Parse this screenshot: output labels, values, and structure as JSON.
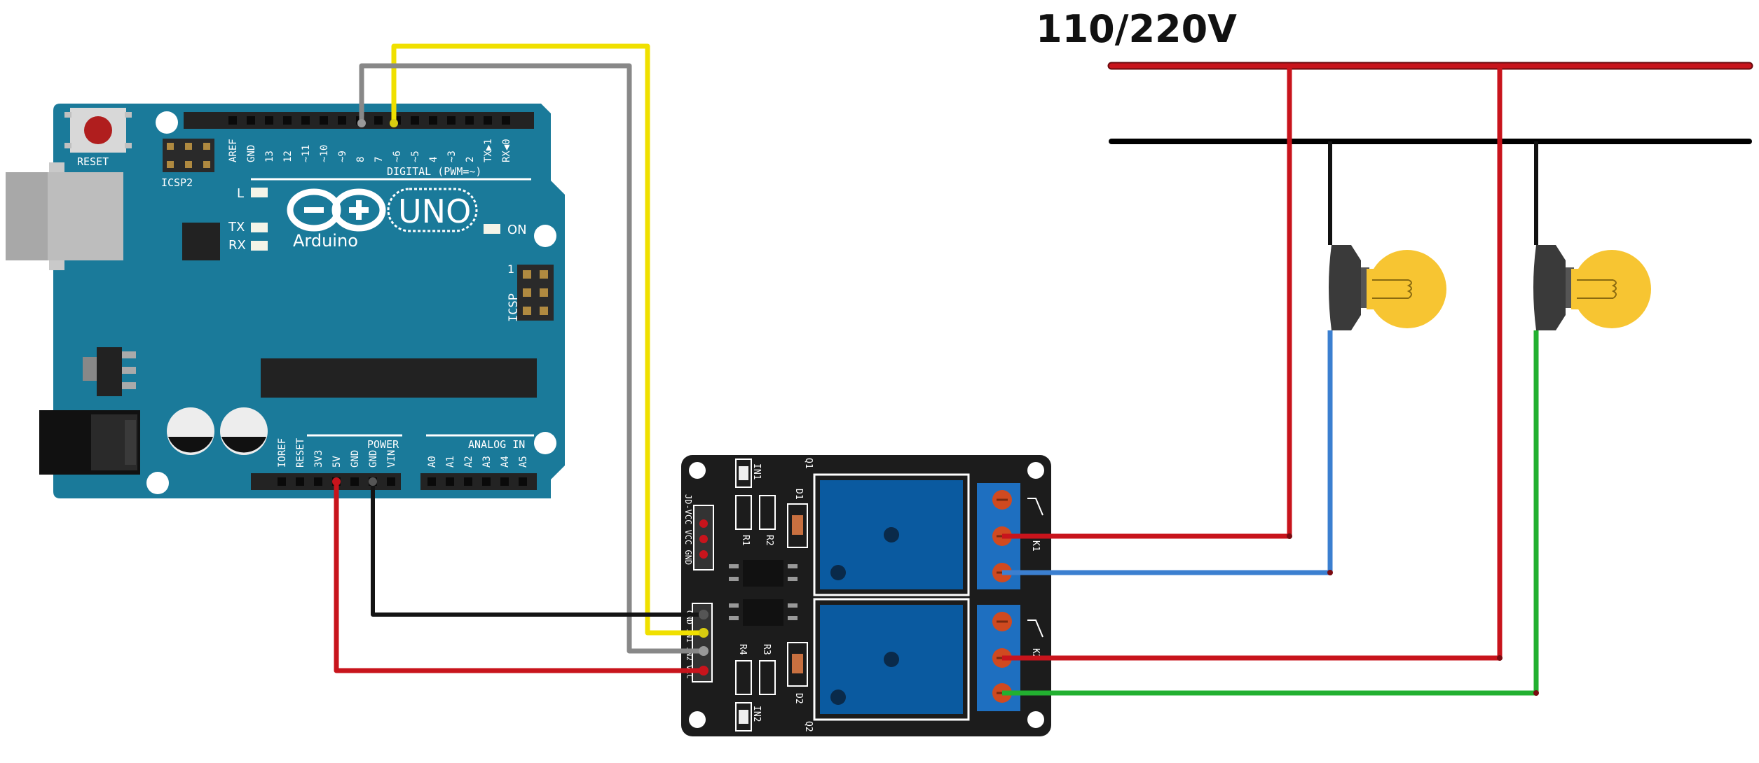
{
  "diagram": {
    "title": "110/220V",
    "arduino": {
      "reset_label": "RESET",
      "icsp2_label": "ICSP2",
      "icsp_label": "ICSP",
      "icsp_pin1": "1",
      "led_l": "L",
      "led_tx": "TX",
      "led_rx": "RX",
      "led_on": "ON",
      "logo_uno": "UNO",
      "logo_name": "Arduino",
      "digital_label": "DIGITAL (PWM=~)",
      "power_label": "POWER",
      "analog_label": "ANALOG IN",
      "top_pins": [
        "AREF",
        "GND",
        "13",
        "12",
        "~11",
        "~10",
        "~9",
        "8",
        "7",
        "~6",
        "~5",
        "4",
        "~3",
        "2",
        "TX▶1",
        "RX◀0"
      ],
      "power_pins": [
        "IOREF",
        "RESET",
        "3V3",
        "5V",
        "GND",
        "GND",
        "VIN"
      ],
      "analog_pins": [
        "A0",
        "A1",
        "A2",
        "A3",
        "A4",
        "A5"
      ]
    },
    "relay": {
      "in1": "IN1",
      "in2": "IN2",
      "q1": "Q1",
      "q2": "Q2",
      "d1": "D1",
      "d2": "D2",
      "r1": "R1",
      "r2": "R2",
      "r3": "R3",
      "r4": "R4",
      "k1": "K1",
      "k2": "K2",
      "jd_header": "JD-VCC VCC GND",
      "input_pins": [
        "GND",
        "IN1",
        "IN2",
        "VCC"
      ]
    },
    "colors": {
      "board_teal": "#1a7a9a",
      "relay_black": "#1c1c1c",
      "relay_blue": "#0a5aa0",
      "wire_red": "#c8141c",
      "wire_black": "#141414",
      "wire_gray": "#888888",
      "wire_yellow": "#f0e000",
      "wire_blue": "#3b7fd0",
      "wire_green": "#22b030",
      "bulb_yellow": "#f7c532"
    }
  }
}
